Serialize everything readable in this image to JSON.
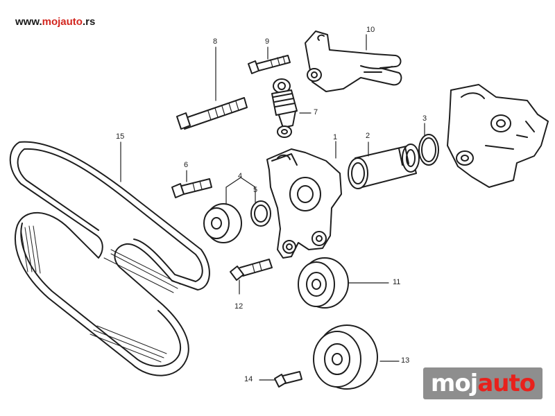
{
  "watermark": {
    "prefix": "www.",
    "brand": "mojauto",
    "suffix": ".rs"
  },
  "logo": {
    "part1": "moj",
    "part2": "auto"
  },
  "callouts": [
    "1",
    "2",
    "3",
    "4",
    "5",
    "6",
    "7",
    "8",
    "9",
    "10",
    "11",
    "12",
    "13",
    "14",
    "15"
  ],
  "colors": {
    "line": "#1e1e1e",
    "brand_red": "#d2261f",
    "logo_bg": "#8e8e8e"
  }
}
